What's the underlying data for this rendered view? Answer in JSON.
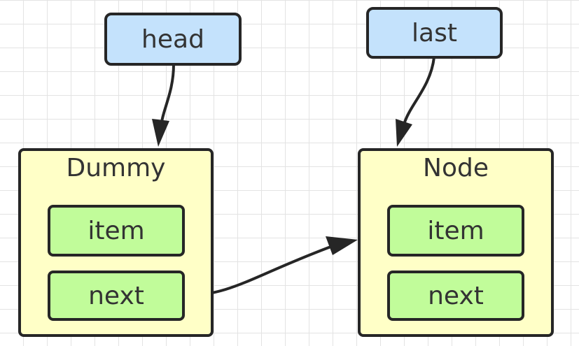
{
  "pointers": {
    "head": "head",
    "last": "last"
  },
  "nodes": {
    "dummy": {
      "title": "Dummy",
      "item": "item",
      "next": "next"
    },
    "node": {
      "title": "Node",
      "item": "item",
      "next": "next"
    }
  },
  "colors": {
    "pointer_fill": "#c4e2fc",
    "node_fill": "#ffffc7",
    "field_fill": "#c1fc9a",
    "stroke": "#262626",
    "text": "#333333",
    "grid": "#e3e3e3"
  }
}
